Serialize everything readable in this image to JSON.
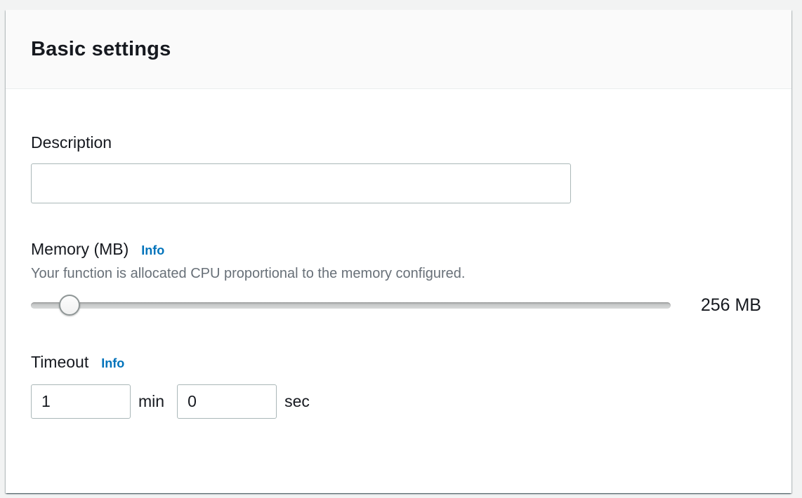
{
  "panel": {
    "title": "Basic settings",
    "description_field": {
      "label": "Description",
      "value": "",
      "placeholder": ""
    },
    "memory": {
      "label": "Memory (MB)",
      "info_label": "Info",
      "helper": "Your function is allocated CPU proportional to the memory configured.",
      "value_display": "256 MB",
      "slider_percent": 6
    },
    "timeout": {
      "label": "Timeout",
      "info_label": "Info",
      "minutes_value": "1",
      "minutes_unit": "min",
      "seconds_value": "0",
      "seconds_unit": "sec"
    },
    "colors": {
      "accent_link": "#0073bb",
      "text_dark": "#16191f",
      "text_muted": "#687078",
      "input_border": "#aab7b8",
      "header_bg": "#fafafa",
      "page_bg": "#f2f3f3"
    }
  }
}
